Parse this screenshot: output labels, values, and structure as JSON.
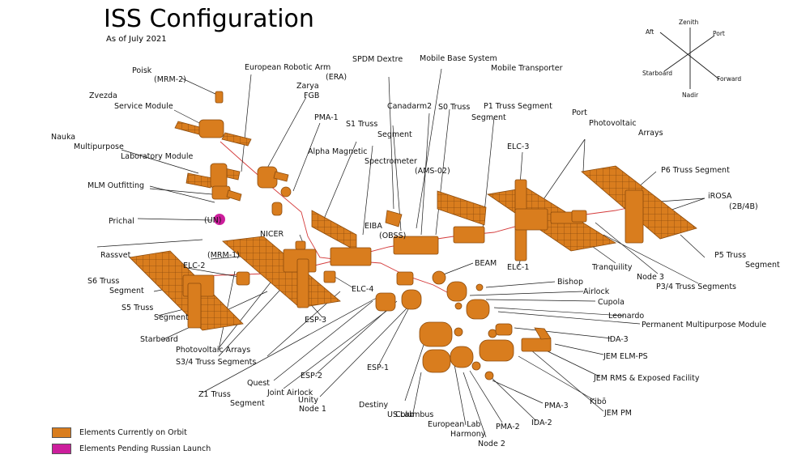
{
  "title": "ISS Configuration",
  "subtitle": "As of July 2021",
  "colors": {
    "orbit": "#d97d1e",
    "orbit_dark": "#8a4a0c",
    "pending": "#cc1e9c",
    "leader": "#1a1a1a",
    "path": "#d43a3a"
  },
  "directions": [
    "Zenith",
    "Port",
    "Aft",
    "Starboard",
    "Forward",
    "Nadir"
  ],
  "labels": [
    "Poisk",
    "(MRM-2)",
    "Zvezda",
    "Service Module",
    "Nauka",
    "Multipurpose",
    "Laboratory Module",
    "MLM Outfitting",
    "Prichal",
    "(UN)",
    "Rassvet",
    "(MRM-1)",
    "ELC-2",
    "S6 Truss",
    "Segment",
    "S5 Truss",
    "Segment",
    "Starboard",
    "Photovoltaic Arrays",
    "S3/4 Truss Segments",
    "European Robotic Arm",
    "(ERA)",
    "Zarya",
    "FGB",
    "PMA-1",
    "Alpha Magnetic",
    "Spectrometer",
    "(AMS-02)",
    "S1 Truss",
    "Segment",
    "SPDM Dextre",
    "Mobile Base System",
    "Mobile Transporter",
    "Canadarm2",
    "S0 Truss",
    "P1 Truss Segment",
    "Segment",
    "Port",
    "Photovoltaic",
    "Arrays",
    "ELC-3",
    "P6 Truss Segment",
    "iROSA",
    "(2B/4B)",
    "NICER",
    "EIBA",
    "(OBSS)",
    "ELC-4",
    "ESP-3",
    "BEAM",
    "ELC-1",
    "Tranquility",
    "Node 3",
    "P5 Truss",
    "Segment",
    "P3/4 Truss Segments",
    "Bishop",
    "Airlock",
    "Cupola",
    "Leonardo",
    "Permanent Multipurpose Module",
    "IDA-3",
    "JEM ELM-PS",
    "JEM RMS & Exposed Facility",
    "Kibō",
    "JEM PM",
    "PMA-3",
    "IDA-2",
    "PMA-2",
    "Node 2",
    "Harmony",
    "European Lab",
    "Columbus",
    "US Lab",
    "Destiny",
    "ESP-1",
    "Unity",
    "Node 1",
    "Joint Airlock",
    "Quest",
    "ESP-2",
    "Z1 Truss",
    "Segment"
  ],
  "legend": [
    {
      "label": "Elements Currently on Orbit",
      "color": "#d97d1e"
    },
    {
      "label": "Elements Pending Russian Launch",
      "color": "#cc1e9c"
    }
  ]
}
